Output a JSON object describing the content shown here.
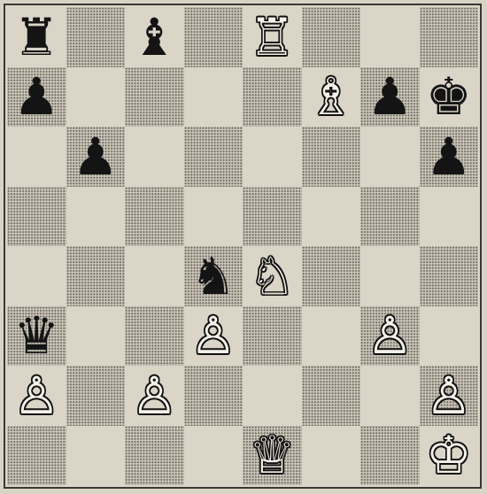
{
  "board": {
    "files": [
      "a",
      "b",
      "c",
      "d",
      "e",
      "f",
      "g",
      "h"
    ],
    "ranks": [
      8,
      7,
      6,
      5,
      4,
      3,
      2,
      1
    ],
    "colors": {
      "light": "#dad5c7",
      "dark": "#cdc8ba",
      "ink": "#111111"
    },
    "pieces": [
      {
        "square": "a8",
        "color": "black",
        "type": "rook",
        "glyph": "♜"
      },
      {
        "square": "c8",
        "color": "black",
        "type": "bishop",
        "glyph": "♝"
      },
      {
        "square": "e8",
        "color": "white",
        "type": "rook",
        "glyph": "♖"
      },
      {
        "square": "a7",
        "color": "black",
        "type": "pawn",
        "glyph": "♟"
      },
      {
        "square": "f7",
        "color": "white",
        "type": "bishop",
        "glyph": "♗"
      },
      {
        "square": "g7",
        "color": "black",
        "type": "pawn",
        "glyph": "♟"
      },
      {
        "square": "h7",
        "color": "black",
        "type": "king",
        "glyph": "♚"
      },
      {
        "square": "b6",
        "color": "black",
        "type": "pawn",
        "glyph": "♟"
      },
      {
        "square": "h6",
        "color": "black",
        "type": "pawn",
        "glyph": "♟"
      },
      {
        "square": "d4",
        "color": "black",
        "type": "knight",
        "glyph": "♞"
      },
      {
        "square": "e4",
        "color": "white",
        "type": "knight",
        "glyph": "♘"
      },
      {
        "square": "a3",
        "color": "black",
        "type": "queen",
        "glyph": "♛"
      },
      {
        "square": "d3",
        "color": "white",
        "type": "pawn",
        "glyph": "♙"
      },
      {
        "square": "g3",
        "color": "white",
        "type": "pawn",
        "glyph": "♙"
      },
      {
        "square": "a2",
        "color": "white",
        "type": "pawn",
        "glyph": "♙"
      },
      {
        "square": "c2",
        "color": "white",
        "type": "pawn",
        "glyph": "♙"
      },
      {
        "square": "h2",
        "color": "white",
        "type": "pawn",
        "glyph": "♙"
      },
      {
        "square": "e1",
        "color": "white",
        "type": "queen",
        "glyph": "♕"
      },
      {
        "square": "h1",
        "color": "white",
        "type": "king",
        "glyph": "♔"
      }
    ]
  }
}
